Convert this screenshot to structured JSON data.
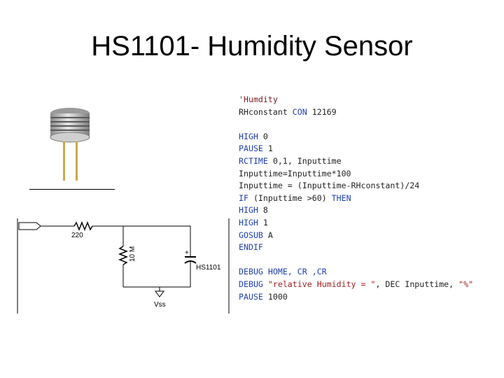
{
  "title": "HS1101- Humidity Sensor",
  "circuit": {
    "resistor_220": "220",
    "resistor_10m": "10 M",
    "capacitor_plus": "+",
    "capacitor_label": "HS1101",
    "ground_label": "Vss"
  },
  "code": {
    "comment": "'Humdity",
    "rhconstant": {
      "name": "RHconstant",
      "kw": "CON",
      "value": "12169"
    },
    "high0": {
      "kw": "HIGH",
      "arg": "0"
    },
    "pause1": {
      "kw": "PAUSE",
      "arg": "1"
    },
    "rctime": {
      "kw": "RCTIME",
      "arg": "0,1, Inputtime"
    },
    "calc1": "Inputtime=Inputtime*100",
    "calc2": "Inputtime = (Inputtime-RHconstant)/24",
    "if_kw": "IF",
    "if_cond": "(Inputtime >60)",
    "then_kw": "THEN",
    "high8": {
      "kw": "HIGH",
      "arg": "8"
    },
    "high1": {
      "kw": "HIGH",
      "arg": "1"
    },
    "gosub": {
      "kw": "GOSUB",
      "arg": "A"
    },
    "endif": "ENDIF",
    "debug1": {
      "kw": "DEBUG",
      "args": "HOME, CR ,CR"
    },
    "debug2": {
      "kw": "DEBUG",
      "string": "\"relative Humidity = \"",
      "rest": ", DEC Inputtime, ",
      "tail": "\"%\""
    },
    "pause1000": {
      "kw": "PAUSE",
      "arg": "1000"
    }
  }
}
